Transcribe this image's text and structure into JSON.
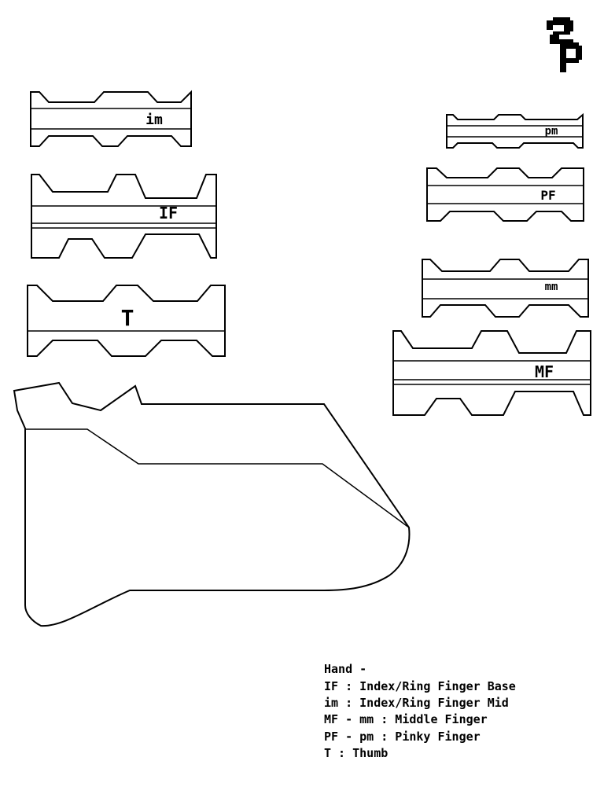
{
  "logo_text": "2P",
  "parts": {
    "im": "im",
    "IF": "IF",
    "T": "T",
    "pm": "pm",
    "PF": "PF",
    "mm": "mm",
    "MF": "MF"
  },
  "legend": {
    "heading": "Hand -",
    "lines": [
      "IF : Index/Ring Finger Base",
      "im : Index/Ring Finger Mid",
      "MF - mm : Middle Finger",
      "PF - pm : Pinky Finger",
      "T : Thumb"
    ]
  },
  "colors": {
    "stroke": "#000000",
    "background": "#ffffff"
  }
}
